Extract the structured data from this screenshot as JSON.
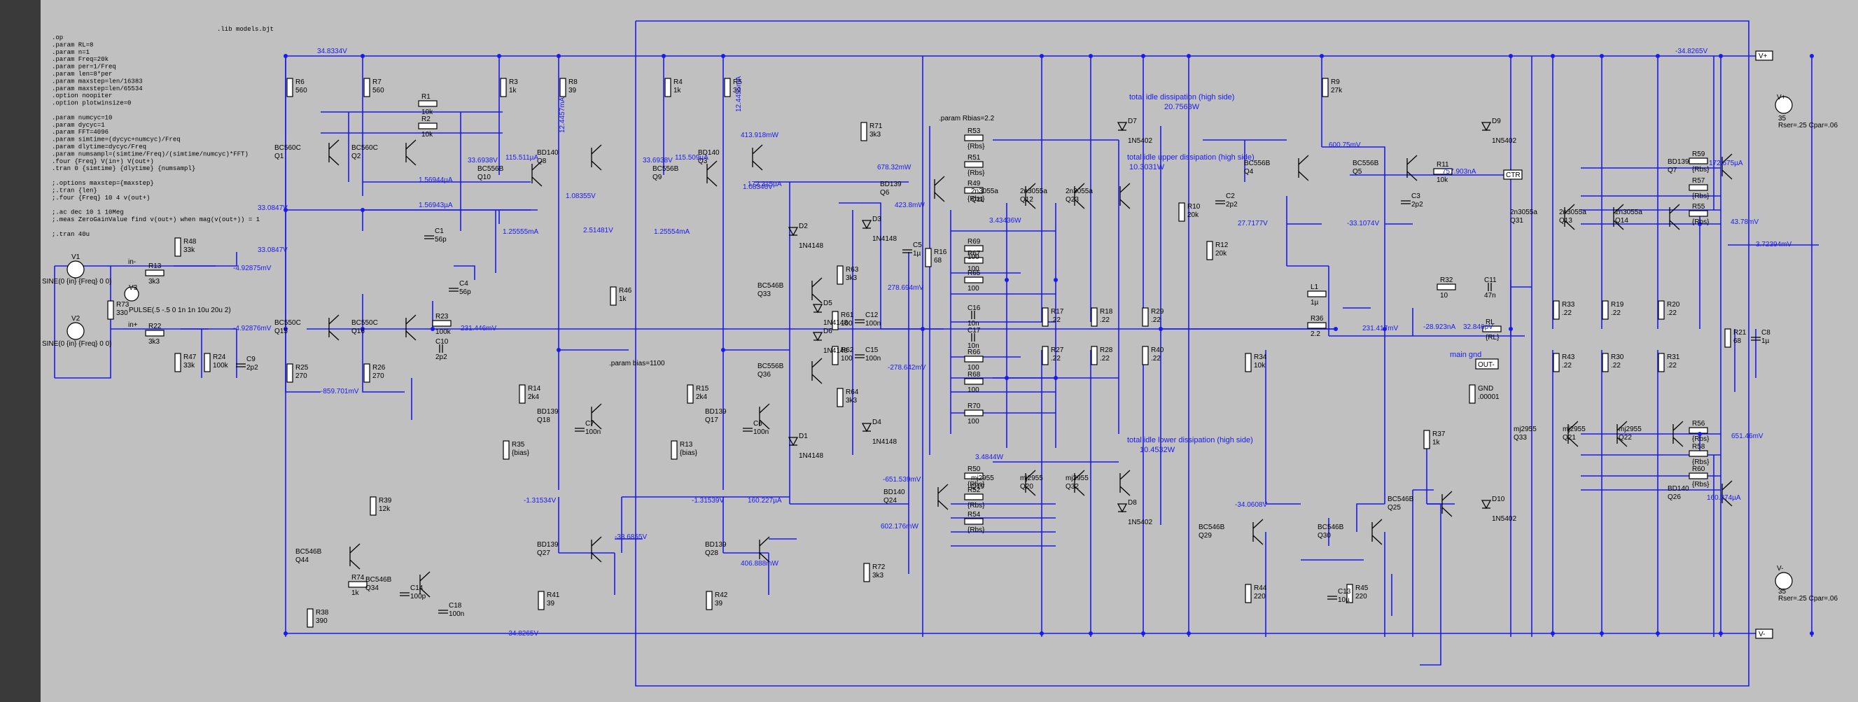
{
  "directives": [
    ".op",
    ".param RL=8",
    ".param n=1",
    ".param Freq=20k",
    ".param per=1/Freq",
    ".param len=8*per",
    ".param maxstep=len/16383",
    ".param maxstep=len/65534",
    ".option noopiter",
    ".option plotwinsize=0",
    "",
    ".param numcyc=10",
    ".param dycyc=1",
    ".param FFT=4096",
    ".param simtime=(dycyc+numcyc)/Freq",
    ".param dlytime=dycyc/Freq",
    ".param numsampl=(simtime/Freq)/(simtime/numcyc)*FFT)",
    ".four {Freq} V(in+) V(out+)",
    ".tran 0 {simtime} {dlytime} {numsampl}",
    "",
    ";.options maxstep={maxstep}",
    ";.tran {len}",
    ";.four {Freq} 10 4 v(out+)",
    "",
    ";.ac dec 10 1 10Meg",
    ";.meas ZeroGainValue find v(out+) when mag(v(out+)) = 1",
    "",
    ";.tran 40u"
  ],
  "include": ".lib models.bjt",
  "params": {
    "rbias": ".param Rbias=2.2",
    "pbias": ".param bias=1100"
  },
  "notes": {
    "idle_high_title": "total idle dissipation (high side)",
    "idle_high_value": "20.7563W",
    "idle_upper_title": "total idle upper dissipation (high side)",
    "idle_upper_value": "10.3031W",
    "idle_lower_title": "total idle lower dissipation (high side)",
    "idle_lower_value": "10.4532W",
    "main_gnd": "main gnd"
  },
  "sources": {
    "v1": [
      "V1",
      "SINE(0 {in} {Freq} 0 0)"
    ],
    "v2": [
      "V2",
      "SINE(0 {in} {Freq} 0 0)"
    ],
    "v3": [
      "V3",
      "PULSE(.5 -.5 0 1n 1n 10u 20u 2)"
    ],
    "vpos": [
      "V+",
      "35",
      "Rser=.25 Cpar=.06"
    ],
    "vneg": [
      "V-",
      "35",
      "Rser=.25 Cpar=.06"
    ]
  },
  "ports": {
    "in_minus": "in-",
    "in_plus": "in+",
    "out": "OUT-",
    "vplus": "V+",
    "vminus": "V-",
    "ctr": "CTR"
  },
  "components": [
    [
      "R6",
      "560"
    ],
    [
      "R7",
      "560"
    ],
    [
      "R1",
      "10k"
    ],
    [
      "R2",
      "10k"
    ],
    [
      "R3",
      "1k"
    ],
    [
      "R8",
      "39"
    ],
    [
      "R4",
      "1k"
    ],
    [
      "R5",
      "39"
    ],
    [
      "R71",
      "3k3"
    ],
    [
      "R48",
      "33k"
    ],
    [
      "R13",
      "3k3"
    ],
    [
      "R73",
      "330"
    ],
    [
      "R22",
      "3k3"
    ],
    [
      "R47",
      "33k"
    ],
    [
      "R24",
      "100k"
    ],
    [
      "C9",
      "2p2"
    ],
    [
      "R25",
      "270"
    ],
    [
      "R26",
      "270"
    ],
    [
      "C1",
      "56p"
    ],
    [
      "C4",
      "56p"
    ],
    [
      "R23",
      "100k"
    ],
    [
      "C10",
      "2p2"
    ],
    [
      "R46",
      "1k"
    ],
    [
      "R14",
      "2k4"
    ],
    [
      "R35",
      "{bias}"
    ],
    [
      "C7",
      "100n"
    ],
    [
      "R15",
      "2k4"
    ],
    [
      "R13b",
      "{bias}"
    ],
    [
      "C6",
      "100n"
    ],
    [
      "R39",
      "12k"
    ],
    [
      "R74",
      "1k"
    ],
    [
      "C14",
      "100p"
    ],
    [
      "C18",
      "100n"
    ],
    [
      "R38",
      "390"
    ],
    [
      "R41",
      "39"
    ],
    [
      "R42",
      "39"
    ],
    [
      "R72",
      "3k3"
    ],
    [
      "R63",
      "3k3"
    ],
    [
      "R61",
      "100"
    ],
    [
      "C12",
      "100n"
    ],
    [
      "R62",
      "100"
    ],
    [
      "C15",
      "100n"
    ],
    [
      "R64",
      "3k3"
    ],
    [
      "C5",
      "1µ"
    ],
    [
      "R16",
      "68"
    ],
    [
      "R53",
      "{Rbs}"
    ],
    [
      "R51",
      "{Rbs}"
    ],
    [
      "R49",
      "{Rbs}"
    ],
    [
      "R69",
      "100"
    ],
    [
      "R67",
      "100"
    ],
    [
      "R65",
      "100"
    ],
    [
      "C16",
      "10n"
    ],
    [
      "C17",
      "10n"
    ],
    [
      "R66",
      "100"
    ],
    [
      "R68",
      "100"
    ],
    [
      "R70",
      "100"
    ],
    [
      "R17",
      ".22"
    ],
    [
      "R27",
      ".22"
    ],
    [
      "R18",
      ".22"
    ],
    [
      "R28",
      ".22"
    ],
    [
      "R29",
      ".22"
    ],
    [
      "R40",
      ".22"
    ],
    [
      "R50",
      "{Rbs}"
    ],
    [
      "R52",
      "{Rbs}"
    ],
    [
      "R54",
      "{Rbs}"
    ],
    [
      "R9",
      "27k"
    ],
    [
      "R10",
      "20k"
    ],
    [
      "C2",
      "2p2"
    ],
    [
      "R12",
      "20k"
    ],
    [
      "C3",
      "2p2"
    ],
    [
      "R11",
      "10k"
    ],
    [
      "L1",
      "1µ"
    ],
    [
      "R36",
      "2.2"
    ],
    [
      "R32",
      "10"
    ],
    [
      "C11",
      "47n"
    ],
    [
      "RL",
      "{RL}"
    ],
    [
      "R34",
      "10k"
    ],
    [
      "GND",
      ".00001"
    ],
    [
      "R44",
      "220"
    ],
    [
      "C13",
      "10µ"
    ],
    [
      "R45",
      "220"
    ],
    [
      "R37",
      "1k"
    ],
    [
      "R33",
      ".22"
    ],
    [
      "R19",
      ".22"
    ],
    [
      "R20",
      ".22"
    ],
    [
      "R43",
      ".22"
    ],
    [
      "R30",
      ".22"
    ],
    [
      "R31",
      ".22"
    ],
    [
      "R59",
      "{Rbs}"
    ],
    [
      "R57",
      "{Rbs}"
    ],
    [
      "R55",
      "{Rbs}"
    ],
    [
      "R56",
      "{Rbs}"
    ],
    [
      "R58",
      "{Rbs}"
    ],
    [
      "R60",
      "{Rbs}"
    ],
    [
      "R21",
      "68"
    ],
    [
      "C8",
      "1µ"
    ]
  ],
  "transistors": [
    [
      "BC560C",
      "Q1"
    ],
    [
      "BC560C",
      "Q2"
    ],
    [
      "BC550C",
      "Q15"
    ],
    [
      "BC550C",
      "Q16"
    ],
    [
      "BC556B",
      "Q10"
    ],
    [
      "BD140",
      "Q8"
    ],
    [
      "BC556B",
      "Q9"
    ],
    [
      "BD140",
      "Q3"
    ],
    [
      "BD139",
      "Q18"
    ],
    [
      "BD139",
      "Q17"
    ],
    [
      "BD139",
      "Q27"
    ],
    [
      "BD139",
      "Q28"
    ],
    [
      "BC546B",
      "Q44"
    ],
    [
      "BC546B",
      "Q34"
    ],
    [
      "BC546B",
      "Q33"
    ],
    [
      "BC556B",
      "Q36"
    ],
    [
      "BD139",
      "Q6"
    ],
    [
      "BD140",
      "Q24"
    ],
    [
      "2n3055a",
      "Q11"
    ],
    [
      "2n3055a",
      "Q12"
    ],
    [
      "2n3055a",
      "Q23"
    ],
    [
      "mj2955",
      "Q19"
    ],
    [
      "mj2955",
      "Q20"
    ],
    [
      "mj2955",
      "Q32"
    ],
    [
      "BC556B",
      "Q4"
    ],
    [
      "BC556B",
      "Q5"
    ],
    [
      "BC546B",
      "Q29"
    ],
    [
      "BC546B",
      "Q30"
    ],
    [
      "BC546B",
      "Q25"
    ],
    [
      "2n3055a",
      "Q31"
    ],
    [
      "2n3055a",
      "Q13"
    ],
    [
      "2n3055a",
      "Q14"
    ],
    [
      "BD139",
      "Q7"
    ],
    [
      "mj2955",
      "Q33b"
    ],
    [
      "mj2955",
      "Q21"
    ],
    [
      "mj2955",
      "Q22"
    ],
    [
      "BD140",
      "Q26"
    ]
  ],
  "diodes": [
    [
      "D2",
      "1N4148"
    ],
    [
      "D3",
      "1N4148"
    ],
    [
      "D5",
      "1N4148"
    ],
    [
      "D6",
      "1N4148"
    ],
    [
      "D1",
      "1N4148"
    ],
    [
      "D4",
      "1N4148"
    ],
    [
      "D7",
      "1N5402"
    ],
    [
      "D8",
      "1N5402"
    ],
    [
      "D9",
      "1N5402"
    ],
    [
      "D10",
      "1N5402"
    ]
  ],
  "voltages": [
    "34.8334V",
    "-34.8265V",
    "33.0847V",
    "33.0847V",
    "33.6938V",
    "33.6938V",
    "1.08355V",
    "1.08346V",
    "-4.92875mV",
    "-4.92876mV",
    "231.446mV",
    "231.417mV",
    "-28.923nA",
    "32.846pV",
    "2.51481V",
    "-859.701mV",
    "-1.31534V",
    "-1.31539V",
    "-33.6855V",
    "27.7177V",
    "-33.1074V",
    "-34.0608V",
    "3.72394mV",
    "651.46mV",
    "43.78mV",
    "600.75mV"
  ],
  "currents": [
    "1.56944µA",
    "1.56943µA",
    "115.511µA",
    "115.509µA",
    "12.4457mA",
    "12.4455mA",
    "1.25555mA",
    "1.25554mA",
    "172.315µA",
    "160.227µA",
    "678.32mW",
    "423.8mW",
    "413.918mW",
    "406.888mW",
    "602.176mW",
    "757.903nA",
    "278.694mV",
    "-278.642mV",
    "3.43436W",
    "3.4844W",
    "172.675µA",
    "160.374µA",
    "-651.539mV"
  ]
}
